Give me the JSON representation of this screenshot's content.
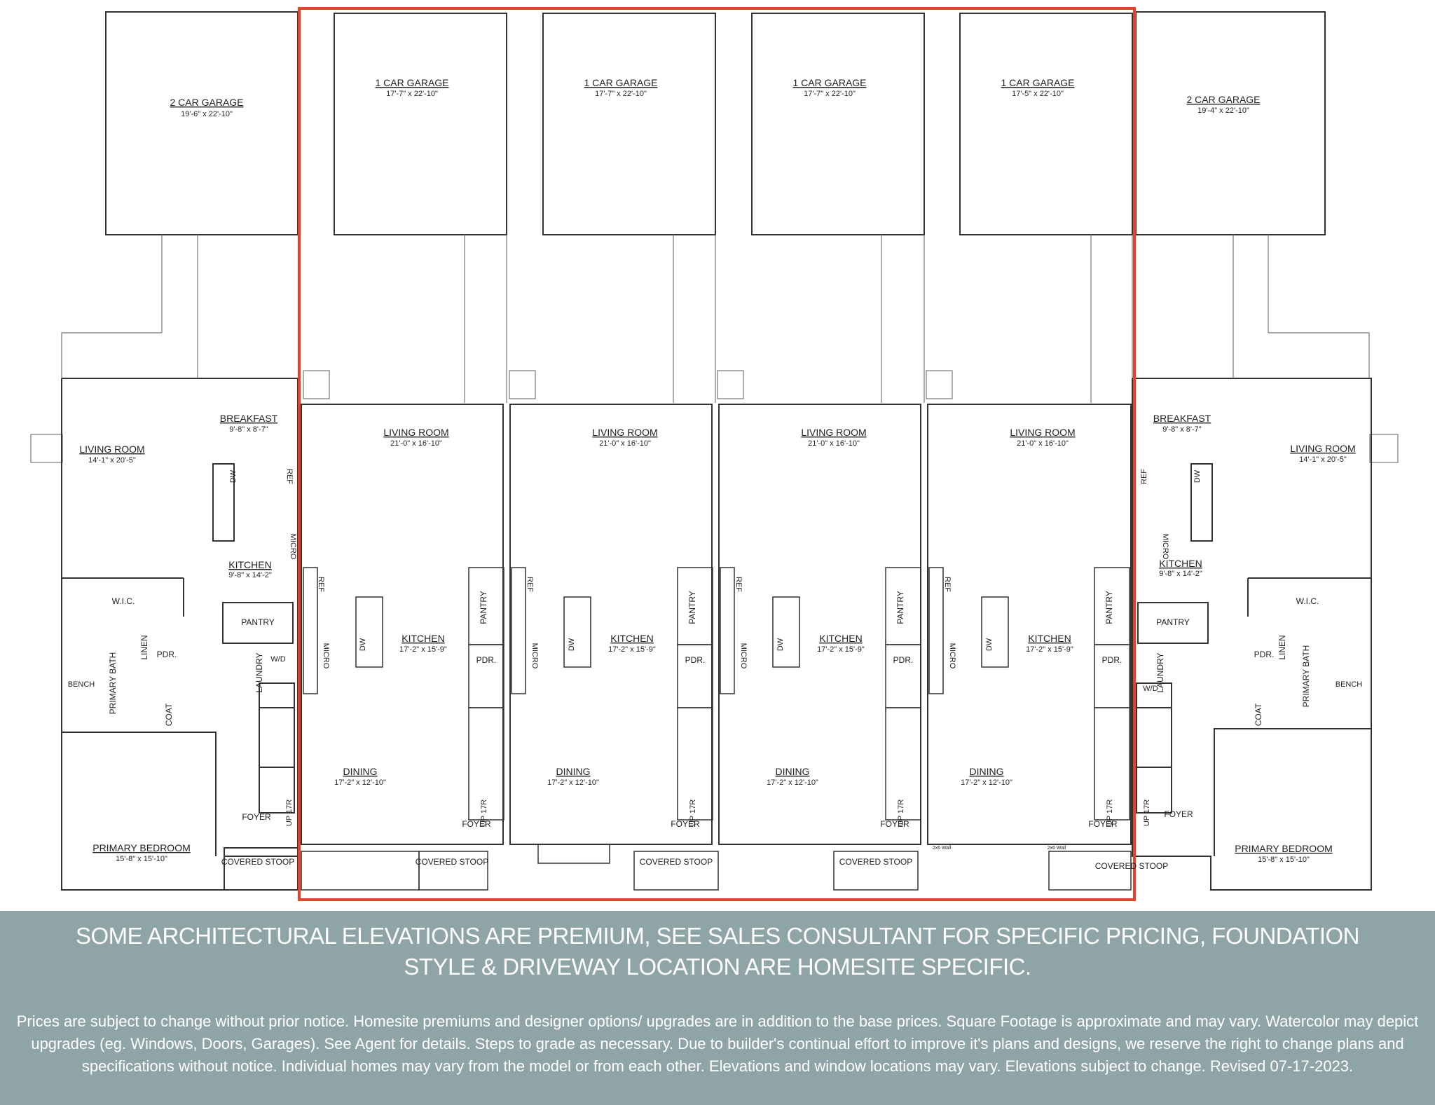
{
  "plan": {
    "garages": [
      {
        "name": "2 CAR GARAGE",
        "dim": "19'-6\" x 22'-10\""
      },
      {
        "name": "1 CAR GARAGE",
        "dim": "17'-7\" x 22'-10\""
      },
      {
        "name": "1 CAR GARAGE",
        "dim": "17'-7\" x 22'-10\""
      },
      {
        "name": "1 CAR GARAGE",
        "dim": "17'-7\" x 22'-10\""
      },
      {
        "name": "1 CAR GARAGE",
        "dim": "17'-5\" x 22'-10\""
      },
      {
        "name": "2 CAR GARAGE",
        "dim": "19'-4\" x 22'-10\""
      }
    ],
    "end_units": [
      {
        "living_room": {
          "name": "LIVING ROOM",
          "dim": "14'-1\" x 20'-5\""
        },
        "breakfast": {
          "name": "BREAKFAST",
          "dim": "9'-8\" x 8'-7\""
        },
        "kitchen": {
          "name": "KITCHEN",
          "dim": "9'-8\" x 14'-2\""
        },
        "pantry": "PANTRY",
        "wic": "W.I.C.",
        "pdr": "PDR.",
        "linen": "LINEN",
        "bath": "PRIMARY BATH",
        "coat": "COAT",
        "laundry": "LAUNDRY",
        "bench": "BENCH",
        "foyer": "FOYER",
        "bedroom": {
          "name": "PRIMARY BEDROOM",
          "dim": "15'-8\" x 15'-10\""
        },
        "stoop": "COVERED STOOP",
        "stair": "UP 17R",
        "ref": "REF",
        "dw": "DW",
        "micro": "MICRO",
        "wd": "W/D"
      },
      {
        "living_room": {
          "name": "LIVING ROOM",
          "dim": "14'-1\" x 20'-5\""
        },
        "breakfast": {
          "name": "BREAKFAST",
          "dim": "9'-8\" x 8'-7\""
        },
        "kitchen": {
          "name": "KITCHEN",
          "dim": "9'-8\" x 14'-2\""
        },
        "pantry": "PANTRY",
        "wic": "W.I.C.",
        "pdr": "PDR.",
        "linen": "LINEN",
        "bath": "PRIMARY BATH",
        "coat": "COAT",
        "laundry": "LAUNDRY",
        "bench": "BENCH",
        "foyer": "FOYER",
        "bedroom": {
          "name": "PRIMARY BEDROOM",
          "dim": "15'-8\" x 15'-10\""
        },
        "stoop": "COVERED STOOP",
        "stair": "UP 17R",
        "ref": "REF",
        "dw": "DW",
        "micro": "MICRO",
        "wd": "W/D"
      }
    ],
    "interior_units": [
      {
        "living_room": {
          "name": "LIVING ROOM",
          "dim": "21'-0\" x 16'-10\""
        },
        "kitchen": {
          "name": "KITCHEN",
          "dim": "17'-2\" x 15'-9\""
        },
        "dining": {
          "name": "DINING",
          "dim": "17'-2\" x 12'-10\""
        },
        "pantry": "PANTRY",
        "pdr": "PDR.",
        "foyer": "FOYER",
        "stoop": "COVERED STOOP",
        "stair": "UP 17R",
        "ref": "REF",
        "dw": "DW",
        "micro": "MICRO"
      },
      {
        "living_room": {
          "name": "LIVING ROOM",
          "dim": "21'-0\" x 16'-10\""
        },
        "kitchen": {
          "name": "KITCHEN",
          "dim": "17'-2\" x 15'-9\""
        },
        "dining": {
          "name": "DINING",
          "dim": "17'-2\" x 12'-10\""
        },
        "pantry": "PANTRY",
        "pdr": "PDR.",
        "foyer": "FOYER",
        "stoop": "COVERED STOOP",
        "stair": "UP 17R",
        "ref": "REF",
        "dw": "DW",
        "micro": "MICRO"
      },
      {
        "living_room": {
          "name": "LIVING ROOM",
          "dim": "21'-0\" x 16'-10\""
        },
        "kitchen": {
          "name": "KITCHEN",
          "dim": "17'-2\" x 15'-9\""
        },
        "dining": {
          "name": "DINING",
          "dim": "17'-2\" x 12'-10\""
        },
        "pantry": "PANTRY",
        "pdr": "PDR.",
        "foyer": "FOYER",
        "stoop": "COVERED STOOP",
        "stair": "UP 17R",
        "ref": "REF",
        "dw": "DW",
        "micro": "MICRO"
      },
      {
        "living_room": {
          "name": "LIVING ROOM",
          "dim": "21'-0\" x 16'-10\""
        },
        "kitchen": {
          "name": "KITCHEN",
          "dim": "17'-2\" x 15'-9\""
        },
        "dining": {
          "name": "DINING",
          "dim": "17'-2\" x 12'-10\""
        },
        "pantry": "PANTRY",
        "pdr": "PDR.",
        "foyer": "FOYER",
        "stoop": "COVERED STOOP",
        "stair": "UP 17R",
        "ref": "REF",
        "dw": "DW",
        "micro": "MICRO"
      }
    ],
    "wall_notes": [
      "2x6 Wall",
      "2x6 Wall"
    ]
  },
  "banner": {
    "headline": "SOME ARCHITECTURAL ELEVATIONS ARE PREMIUM, SEE SALES CONSULTANT FOR  SPECIFIC PRICING, FOUNDATION STYLE & DRIVEWAY LOCATION ARE HOMESITE SPECIFIC.",
    "disclaimer": "Prices are subject to change without prior notice. Homesite premiums and designer options/ upgrades are in addition to the base prices. Square Footage is approximate and may vary. Watercolor may depict upgrades (eg. Windows, Doors, Garages). See Agent for details. Steps to grade as necessary. Due to builder's continual effort to improve it's plans and designs, we reserve the right to change plans and specifications without notice. Individual homes may vary from the model or from each other. Elevations and window locations may vary. Elevations subject to change. Revised 07-17-2023."
  },
  "colors": {
    "highlight": "#e0442c",
    "wall": "#333333",
    "banner_bg": "#8fa4a7",
    "banner_text": "#ffffff"
  }
}
